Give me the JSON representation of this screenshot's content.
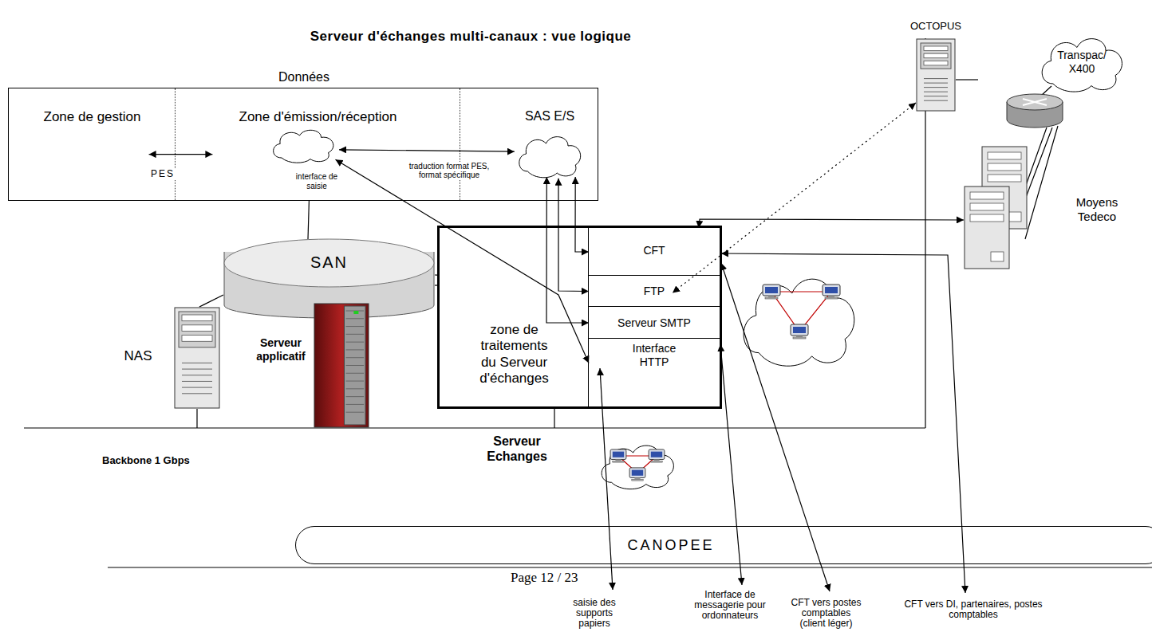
{
  "diagram": {
    "title": "Serveur d'échanges multi-canaux : vue logique",
    "nodes": [
      {
        "text": [
          "Données"
        ]
      },
      {
        "text": [
          "Zone de gestion"
        ],
        "in": 0
      },
      {
        "text": [
          "Zone d'émission/réception"
        ],
        "in": 0
      },
      {
        "text": [
          "interface de saisie"
        ],
        "in": 2
      },
      {
        "text": [
          "SAS E/S"
        ],
        "in": 0
      },
      {
        "text": [
          "SAN"
        ]
      },
      {
        "text": [
          "NAS"
        ]
      },
      {
        "text": [
          "Serveur applicatif"
        ]
      },
      {
        "text": [
          "Serveur Echanges"
        ]
      },
      {
        "text": [
          "zone de traitements du Serveur d'échanges"
        ],
        "in": 8
      },
      {
        "text": [
          "CFT"
        ],
        "in": 8
      },
      {
        "text": [
          "FTP"
        ],
        "in": 8
      },
      {
        "text": [
          "Serveur SMTP"
        ],
        "in": 8
      },
      {
        "text": [
          "Interface HTTP"
        ],
        "in": 8
      },
      {
        "text": [
          "OCTOPUS"
        ]
      },
      {
        "text": [
          "Transpac/ X400"
        ]
      },
      {
        "text": [
          "Moyens Tedeco"
        ]
      },
      {
        "text": [
          "CANOPEE"
        ]
      }
    ],
    "edges": [
      {
        "from": 1,
        "to": 2,
        "arrow": "both",
        "label": "PES"
      },
      {
        "from": 3,
        "to": 4,
        "arrow": "both",
        "label": "traduction format PES, format spécifique"
      },
      {
        "from": 3,
        "to": 13,
        "arrow": "both"
      },
      {
        "from": 4,
        "to": 10,
        "arrow": "both"
      },
      {
        "from": 4,
        "to": 11,
        "arrow": "both"
      },
      {
        "from": 4,
        "to": 12,
        "arrow": "both"
      },
      {
        "from": 14,
        "to": 11,
        "arrow": "both"
      },
      {
        "from": 10,
        "to": 16,
        "arrow": "both"
      },
      {
        "from": 0,
        "to": 5,
        "arrow": "none"
      },
      {
        "from": 6,
        "to": 5,
        "arrow": "none"
      },
      {
        "from": 5,
        "to": 8,
        "arrow": "none"
      }
    ],
    "labels": [
      "Backbone 1 Gbps",
      "Page 12 / 23",
      "saisie des supports papiers",
      "Interface de messagerie pour ordonnateurs",
      "CFT vers postes comptables (client léger)",
      "CFT vers DI, partenaires, postes comptables"
    ]
  }
}
